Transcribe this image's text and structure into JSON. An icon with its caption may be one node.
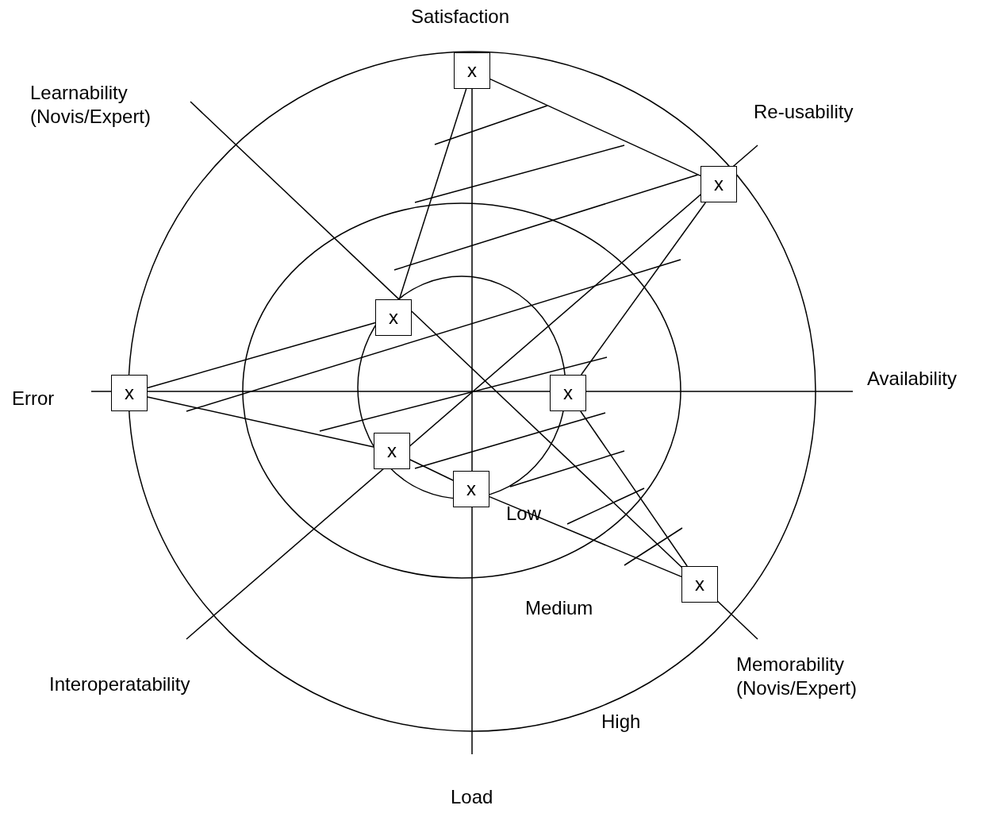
{
  "diagram": {
    "nodes": [
      {
        "text": [
          "x"
        ]
      },
      {
        "text": [
          "x"
        ]
      },
      {
        "text": [
          "x"
        ]
      },
      {
        "text": [
          "x"
        ]
      },
      {
        "text": [
          "x"
        ]
      },
      {
        "text": [
          "x"
        ]
      },
      {
        "text": [
          "x"
        ]
      },
      {
        "text": [
          "x"
        ]
      }
    ],
    "edges": [
      {
        "from": 0,
        "to": 1,
        "arrow": "none"
      },
      {
        "from": 1,
        "to": 4,
        "arrow": "none"
      },
      {
        "from": 4,
        "to": 7,
        "arrow": "none"
      },
      {
        "from": 7,
        "to": 6,
        "arrow": "none"
      },
      {
        "from": 6,
        "to": 5,
        "arrow": "none"
      },
      {
        "from": 5,
        "to": 3,
        "arrow": "none"
      },
      {
        "from": 3,
        "to": 2,
        "arrow": "none"
      },
      {
        "from": 2,
        "to": 0,
        "arrow": "none"
      }
    ],
    "labels": [
      "Satisfaction",
      "Learnability (Novis/Expert)",
      "Re-usability",
      "Availability",
      "Error",
      "Low",
      "Medium",
      "Memorability (Novis/Expert)",
      "Interoperatability",
      "High",
      "Load"
    ]
  }
}
